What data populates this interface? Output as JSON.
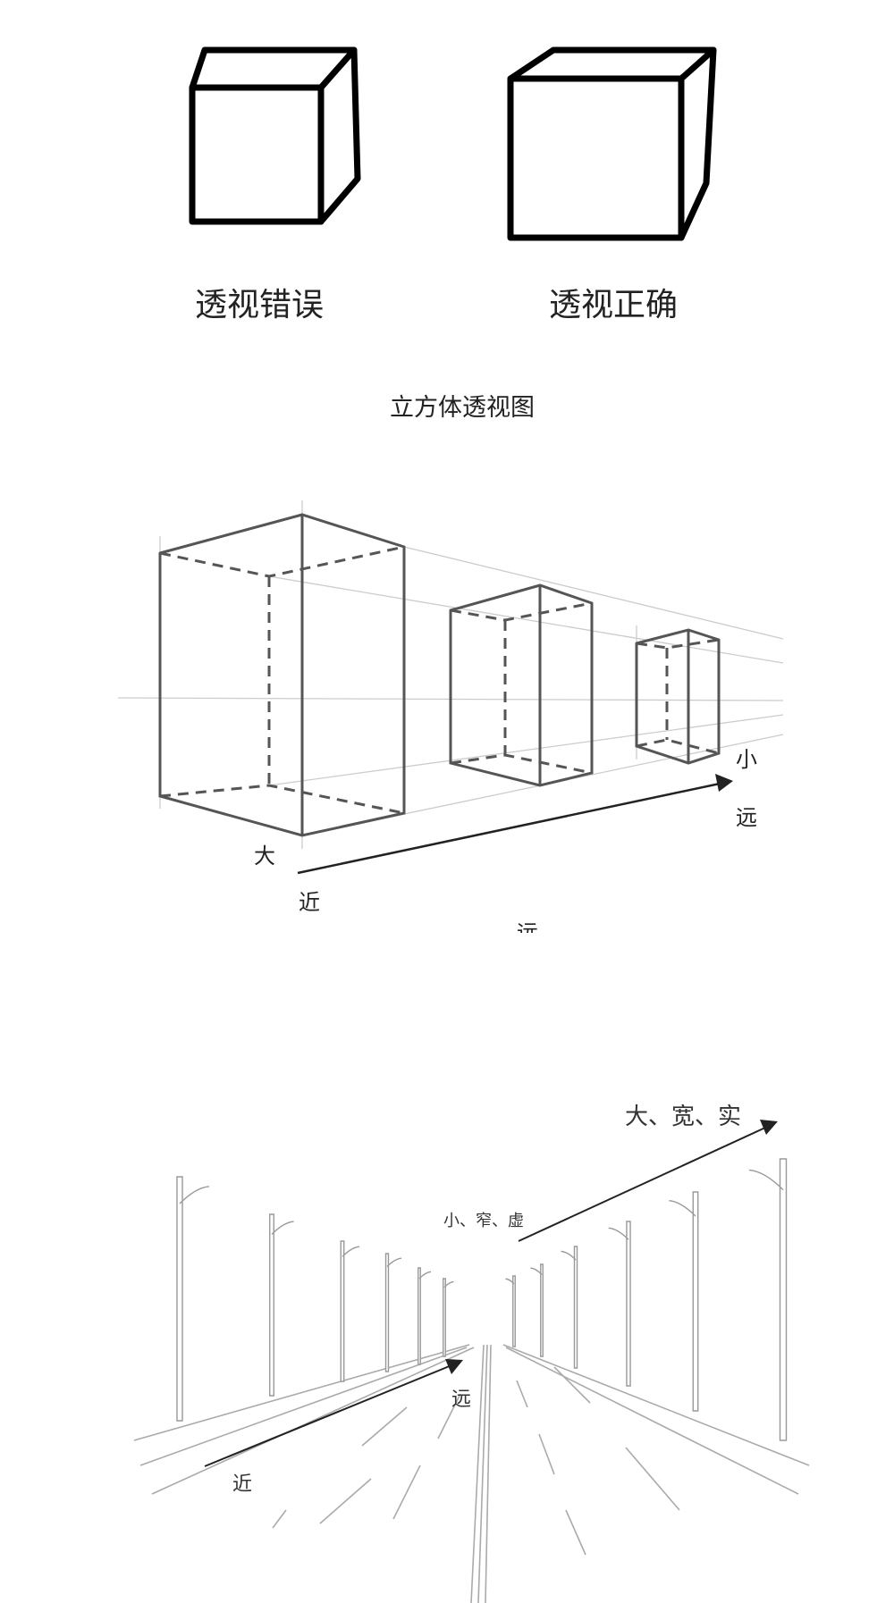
{
  "cube_compare": {
    "wrong_label": "透视错误",
    "right_label": "透视正确",
    "caption": "立方体透视图"
  },
  "box_perspective": {
    "near_size_label": "大",
    "near_label": "近",
    "far_size_label": "小",
    "far_label": "远",
    "partial_label": "远"
  },
  "road_perspective": {
    "far_qualities": "小、窄、虚",
    "near_qualities": "大、宽、实",
    "near_label": "近",
    "far_label": "远"
  },
  "colors": {
    "ink": "#000000",
    "pencil": "#555555",
    "guide": "#cccccc"
  }
}
